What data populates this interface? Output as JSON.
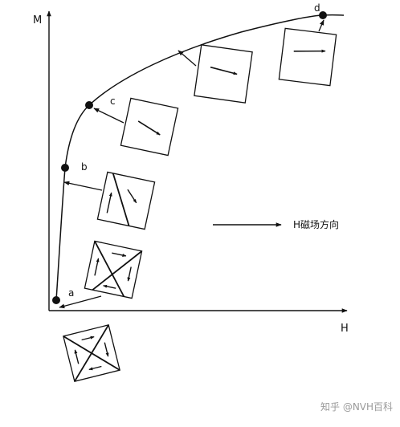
{
  "diagram": {
    "axes": {
      "y_label": "M",
      "x_label": "H"
    },
    "points": [
      {
        "id": "a",
        "label": "a"
      },
      {
        "id": "b",
        "label": "b"
      },
      {
        "id": "c",
        "label": "c"
      },
      {
        "id": "d",
        "label": "d"
      }
    ],
    "legend": {
      "label": "H磁场方向"
    },
    "watermark": "知乎 @NVH百科",
    "colors": {
      "ink": "#111111",
      "background": "#ffffff",
      "watermark": "#9a9a9a"
    }
  }
}
